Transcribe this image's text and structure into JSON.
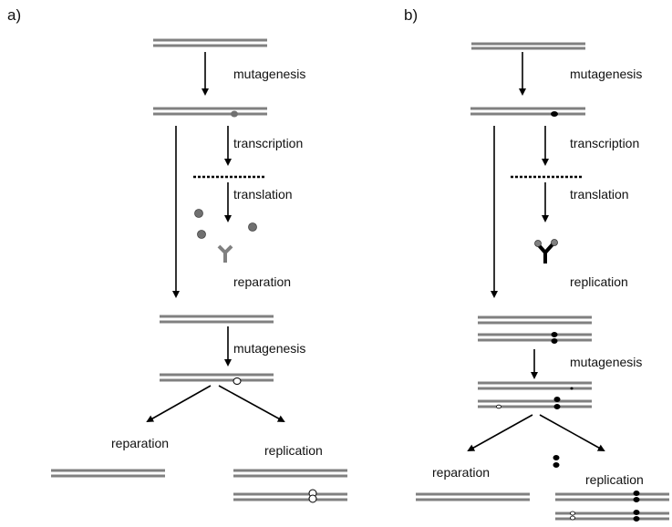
{
  "panels": {
    "a": {
      "label": "a)",
      "steps": {
        "mutagenesis_1": "mutagenesis",
        "transcription": "transcription",
        "translation": "translation",
        "reparation_mid": "reparation",
        "mutagenesis_2": "mutagenesis",
        "reparation_branch": "reparation",
        "replication_branch": "replication"
      }
    },
    "b": {
      "label": "b)",
      "steps": {
        "mutagenesis_1": "mutagenesis",
        "transcription": "transcription",
        "translation": "translation",
        "replication_mid": "replication",
        "mutagenesis_2": "mutagenesis",
        "reparation_branch": "reparation",
        "replication_branch": "replication"
      }
    }
  },
  "colors": {
    "strand": "#808080",
    "lesion_grey": "#707070",
    "lesion_black": "#000000",
    "lesion_open": "#ffffff",
    "enzyme_grey": "#808080",
    "enzyme_black": "#000000"
  }
}
